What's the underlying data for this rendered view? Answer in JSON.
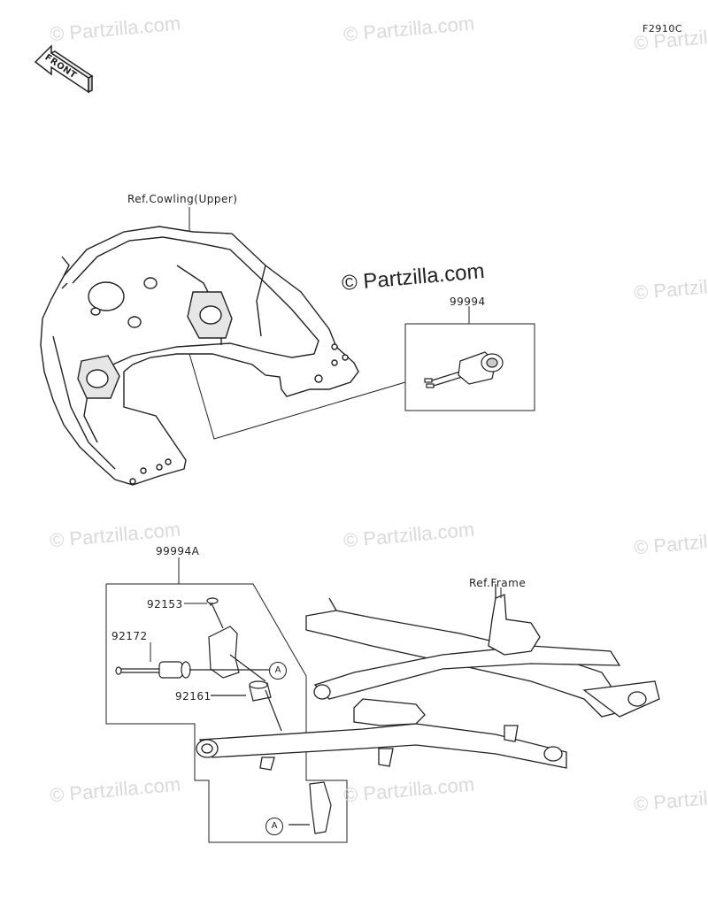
{
  "diagram_code": "F2910C",
  "front_label": "FRONT",
  "watermarks": {
    "text": "© Partzilla.com",
    "prominent": "© Partzilla.com"
  },
  "labels": {
    "ref_cowling": "Ref.Cowling(Upper)",
    "part_99994": "99994",
    "part_99994A": "99994A",
    "part_92153": "92153",
    "part_92172": "92172",
    "part_92161": "92161",
    "ref_frame": "Ref.Frame",
    "callout_a": "A"
  }
}
